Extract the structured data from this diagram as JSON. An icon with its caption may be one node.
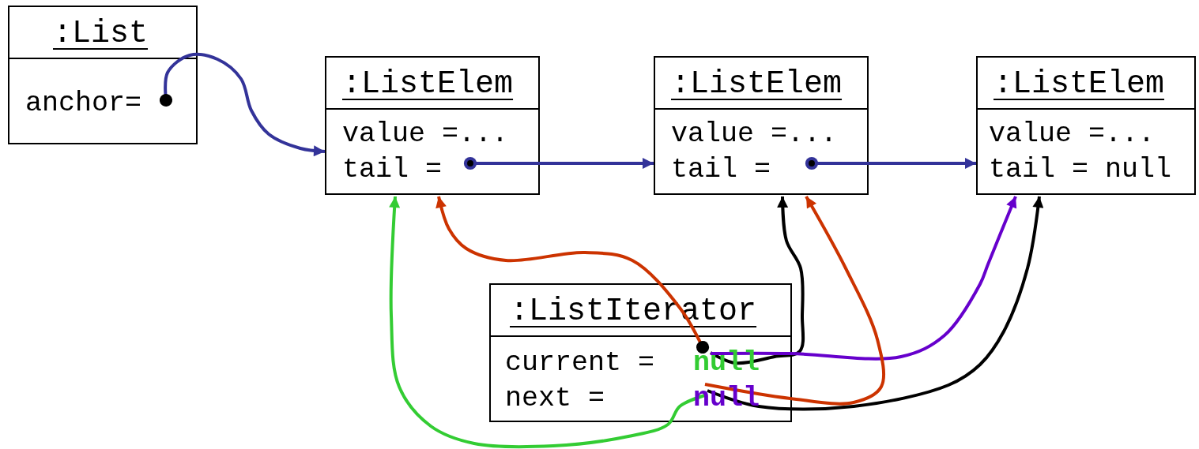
{
  "diagram": {
    "nodes": [
      {
        "text": [
          ":List",
          "anchor="
        ]
      },
      {
        "text": [
          ":ListElem",
          "value =...",
          "tail ="
        ]
      },
      {
        "text": [
          ":ListElem",
          "value =...",
          "tail ="
        ]
      },
      {
        "text": [
          ":ListElem",
          "value =...",
          "tail = null"
        ]
      },
      {
        "text": [
          ":ListIterator",
          "current =",
          "null",
          "next =",
          "null"
        ]
      }
    ],
    "edges": [
      {
        "from": 0,
        "to": 1,
        "arrow": "to"
      },
      {
        "from": 1,
        "to": 2,
        "arrow": "to"
      },
      {
        "from": 2,
        "to": 3,
        "arrow": "to"
      },
      {
        "from": 4,
        "to": 1,
        "arrow": "to",
        "color": "#cc3300"
      },
      {
        "from": 4,
        "to": 2,
        "arrow": "to",
        "color": "#000000"
      },
      {
        "from": 4,
        "to": 3,
        "arrow": "to",
        "color": "#6600cc"
      },
      {
        "from": 4,
        "to": 2,
        "arrow": "to",
        "color": "#cc3300"
      },
      {
        "from": 4,
        "to": 3,
        "arrow": "to",
        "color": "#000000"
      },
      {
        "from": 4,
        "to": 1,
        "arrow": "to",
        "color": "#33cc33"
      }
    ]
  }
}
